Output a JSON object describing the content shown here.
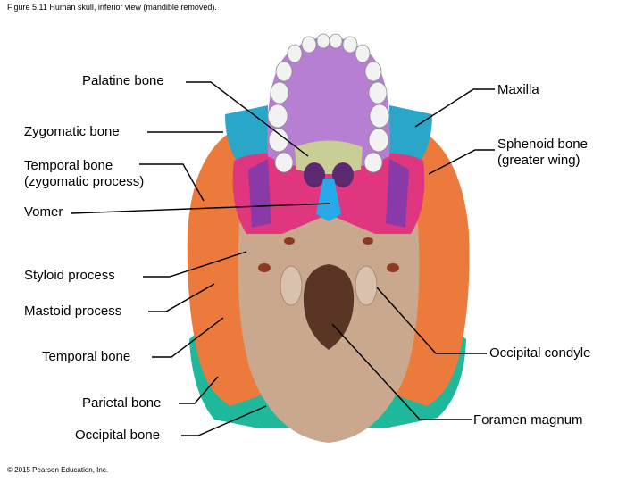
{
  "figure": {
    "caption": "Figure 5.11 Human skull, inferior view (mandible removed).",
    "copyright": "© 2015 Pearson Education, Inc."
  },
  "labels": {
    "palatine_bone": "Palatine bone",
    "maxilla": "Maxilla",
    "zygomatic_bone": "Zygomatic bone",
    "sphenoid_bone": "Sphenoid bone\n(greater wing)",
    "temporal_zygomatic_process": "Temporal bone\n(zygomatic process)",
    "vomer": "Vomer",
    "styloid_process": "Styloid process",
    "mastoid_process": "Mastoid process",
    "temporal_bone": "Temporal bone",
    "occipital_condyle": "Occipital condyle",
    "parietal_bone": "Parietal bone",
    "foramen_magnum": "Foramen magnum",
    "occipital_bone": "Occipital bone"
  },
  "colors": {
    "maxilla": "#b77fd1",
    "teeth": "#f2f2f2",
    "palatine": "#c9cf94",
    "zygomatic": "#2aa6c9",
    "sphenoid": "#e0357f",
    "sphenoid_purple": "#8a3aa8",
    "temporal": "#ec7a3c",
    "vomer": "#28a9e8",
    "occipital": "#c9a88e",
    "parietal": "#1fb89a",
    "foramen": "#5a3526",
    "line": "#000000"
  }
}
